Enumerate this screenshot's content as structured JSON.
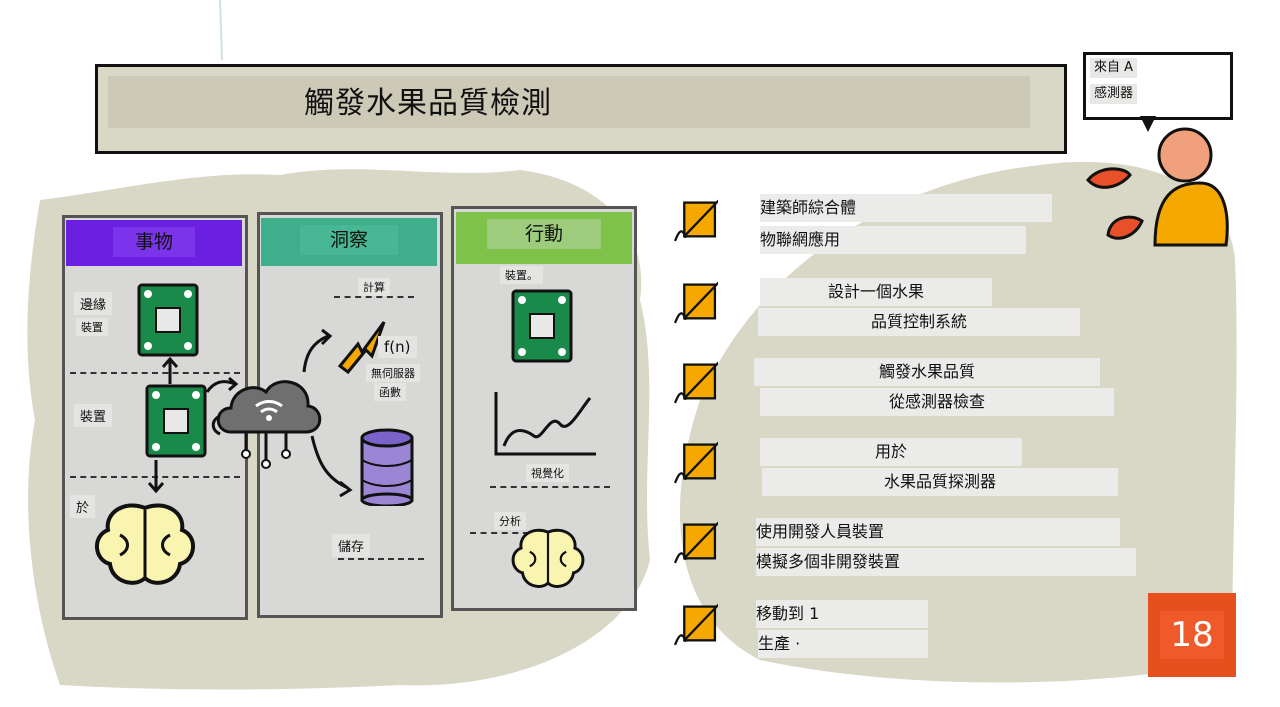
{
  "title": "觸發水果品質檢測",
  "speech_bubble": {
    "line1": "來自 A",
    "line2": "感測器"
  },
  "panels": [
    {
      "heading": "事物",
      "color": "#6b1fe0"
    },
    {
      "heading": "洞察",
      "color": "#3fae8a"
    },
    {
      "heading": "行動",
      "color": "#7ec24a"
    }
  ],
  "things_labels": {
    "edge": "邊緣",
    "device_small": "裝置",
    "device": "裝置",
    "on": "於"
  },
  "insights_labels": {
    "compute": "計算",
    "fn": "f(n)",
    "serverless": "無伺服器",
    "functions": "函數",
    "storage": "儲存"
  },
  "action_labels": {
    "device": "裝置。",
    "visualize": "視覺化",
    "analyze": "分析"
  },
  "steps": [
    {
      "line1": "建築師綜合體",
      "line2": "物聯網應用"
    },
    {
      "line1": "設計一個水果",
      "line2": "品質控制系統"
    },
    {
      "line1": "觸發水果品質",
      "line2": "從感測器檢查"
    },
    {
      "line1": "用於",
      "line2": "水果品質探測器"
    },
    {
      "line1": "使用開發人員裝置",
      "line2": "模擬多個非開發裝置"
    },
    {
      "line1": "移動到 1",
      "line2": "生產 ·"
    }
  ],
  "page_number": "18",
  "colors": {
    "accent_orange": "#f5a800",
    "page_badge": "#e6501f",
    "blob": "#d9d7c6"
  }
}
